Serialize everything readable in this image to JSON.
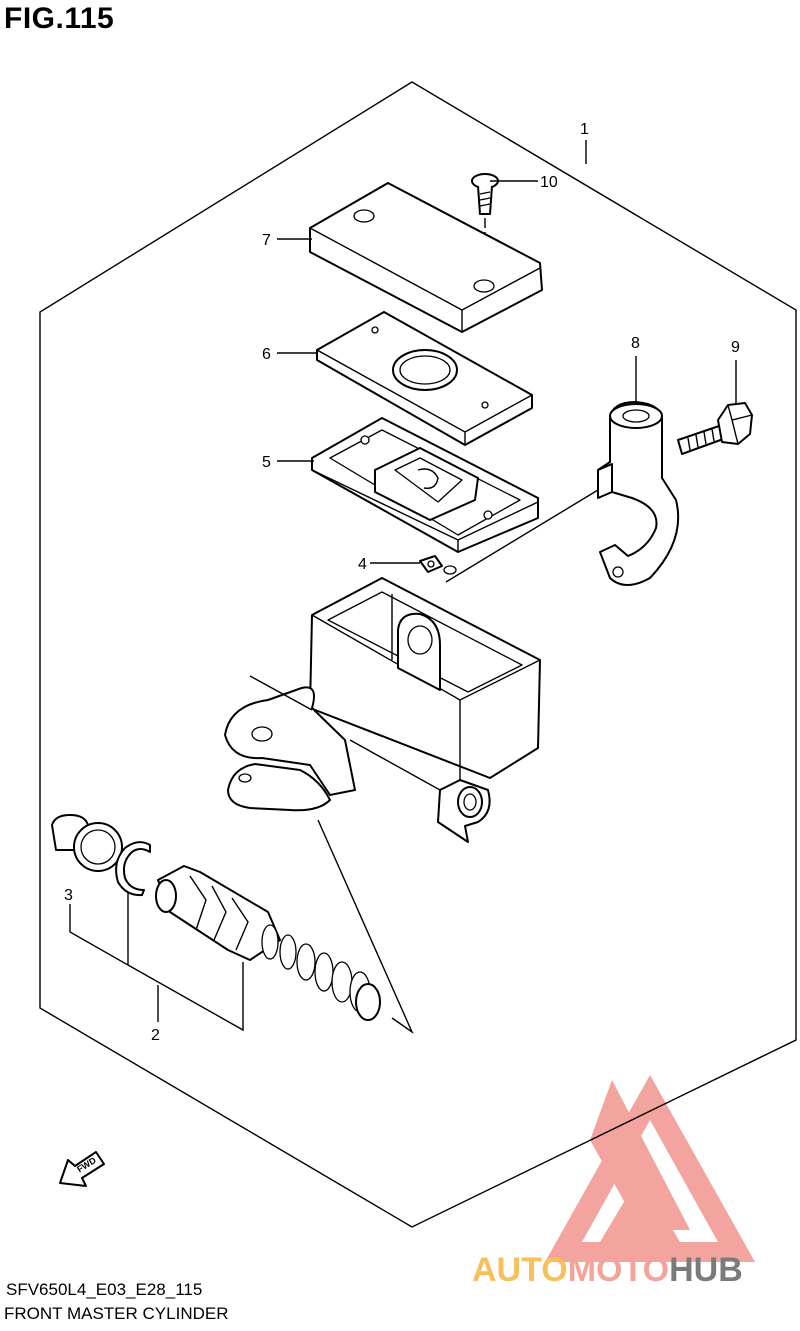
{
  "figure": {
    "title": "FIG.115"
  },
  "callouts": [
    "1",
    "2",
    "3",
    "4",
    "5",
    "6",
    "7",
    "8",
    "9",
    "10"
  ],
  "fwd_label": "FWD",
  "footer": {
    "code": "SFV650L4_E03_E28_115",
    "name": "FRONT MASTER CYLINDER"
  },
  "watermark": {
    "auto": "AUTO",
    "moto": "MOTO",
    "hub": "HUB",
    "colors": {
      "auto": "#f6c15a",
      "moto": "#f3a39a",
      "hub": "#7a7a7a",
      "triangle": "#f29b95"
    }
  }
}
